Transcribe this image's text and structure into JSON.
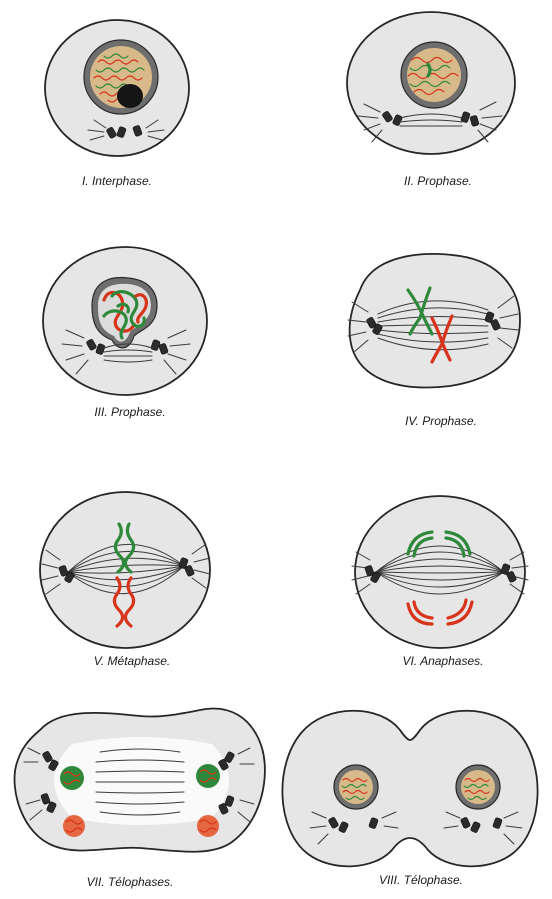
{
  "phases": [
    {
      "label": "I. Interphase."
    },
    {
      "label": "II. Prophase."
    },
    {
      "label": "III. Prophase."
    },
    {
      "label": "IV. Prophase."
    },
    {
      "label": "V. Métaphase."
    },
    {
      "label": "VI. Anaphases."
    },
    {
      "label": "VII. Télophases."
    },
    {
      "label": "VIII. Télophase."
    }
  ],
  "colors": {
    "chromosome_red": "#d8341c",
    "chromosome_green": "#2e8a3a",
    "cytoplasm": "#e6e6e6",
    "outline": "#262626"
  }
}
